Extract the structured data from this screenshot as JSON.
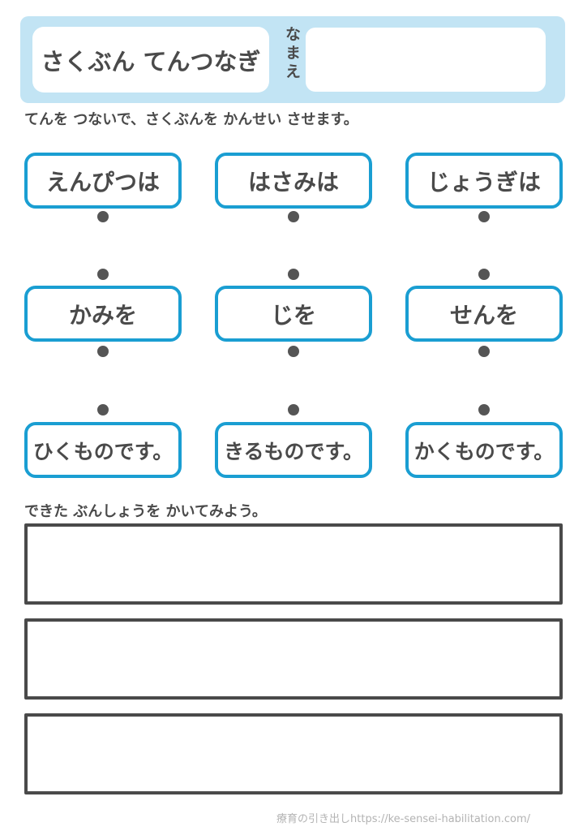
{
  "header": {
    "title": "さくぶん てんつなぎ",
    "name_label": "なまえ",
    "name_value": ""
  },
  "instruction": "てんを つないで、さくぶんを かんせい させます。",
  "puzzle": {
    "rows": [
      {
        "items": [
          "えんぴつは",
          "はさみは",
          "じょうぎは"
        ]
      },
      {
        "items": [
          "かみを",
          "じを",
          "せんを"
        ]
      },
      {
        "items": [
          "ひくものです。",
          "きるものです。",
          "かくものです。"
        ]
      }
    ]
  },
  "writing": {
    "prompt": "できた ぶんしょうを かいてみよう。",
    "lines": [
      "",
      "",
      ""
    ]
  },
  "footer": {
    "credit": "療育の引き出しhttps://ke-sensei-habilitation.com/"
  },
  "colors": {
    "band_blue": "#c2e4f4",
    "accent_cyan": "#1a9ed2",
    "text_dark": "#4a4a4a",
    "dot_gray": "#555555",
    "footer_gray": "#b3b3b3"
  }
}
